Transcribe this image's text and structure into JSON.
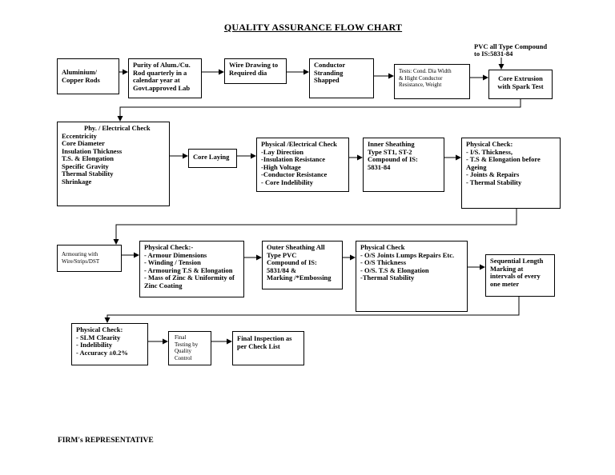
{
  "title": "QUALITY ASSURANCE FLOW CHART",
  "top_note": [
    "PVC all Type Compound",
    "to IS:5831-84"
  ],
  "boxes": {
    "aluminium": [
      "Aluminium/",
      "Copper  Rods"
    ],
    "purity": [
      "Purity of Alum./Cu.",
      "Rod quarterly in a",
      "calendar year at",
      "Govt.approved Lab"
    ],
    "wire_drawing": [
      "Wire Drawing to",
      "Required dia"
    ],
    "conductor": [
      "Conductor",
      "Stranding",
      "Shapped"
    ],
    "tests": [
      "Tests: Cond. Dia Width",
      "& Hight  Conductor",
      "Resistance, Weight"
    ],
    "core_extrusion": [
      "Core Extrusion",
      "with Spark Test"
    ],
    "phy_elec": [
      "Phy. / Electrical Check",
      "Eccentricity",
      "Core Diameter",
      "Insulation Thickness",
      "T.S. & Elongation",
      "Specific Gravity",
      "Thermal Stability",
      "Shrinkage"
    ],
    "core_laying": [
      "Core Laying"
    ],
    "physical_elec": [
      "Physical /Electrical Check",
      "-Lay Direction",
      "-Insulation Resistance",
      "-High Voltage",
      "-Conductor Resistance",
      "- Core Indelibility"
    ],
    "inner_sheathing": [
      "Inner Sheathing",
      "Type ST1, ST-2",
      "Compound of IS:",
      "5831-84"
    ],
    "physical_check_1": [
      "Physical Check:",
      "- I/S. Thickness,",
      "- T.S & Elongation before",
      "Ageing",
      "- Joints & Repairs",
      "- Thermal Stability"
    ],
    "armouring": [
      "Armouring with",
      "Wire/Strips/DST"
    ],
    "physical_check_2": [
      "Physical Check:-",
      "- Armour Dimensions",
      "- Winding / Tension",
      "- Armouring T.S & Elongation",
      "- Mass of Zinc & Uniformity of",
      "  Zinc Coating"
    ],
    "outer_sheathing": [
      "Outer Sheathing All",
      "Type  PVC",
      "Compound of IS:",
      "5831/84 &",
      "Marking /*Embossing"
    ],
    "physical_check_3": [
      "Physical Check",
      "- O/S Joints Lumps  Repairs Etc.",
      "- O/S Thickness",
      "- O/S. T.S & Elongation",
      "-Thermal Stability"
    ],
    "sequential": [
      "Sequential Length",
      "Marking at",
      "intervals of every",
      "one meter"
    ],
    "physical_check_4": [
      "Physical Check:",
      "- SLM Clearity",
      "- Indelibility",
      "- Accuracy ±0.2%"
    ],
    "final_testing": [
      "Final",
      "Testing by",
      "Quality",
      "Control"
    ],
    "final_inspection": [
      "Final Inspection as",
      "per Check List"
    ]
  },
  "footer": "FIRM's REPRESENTATIVE"
}
